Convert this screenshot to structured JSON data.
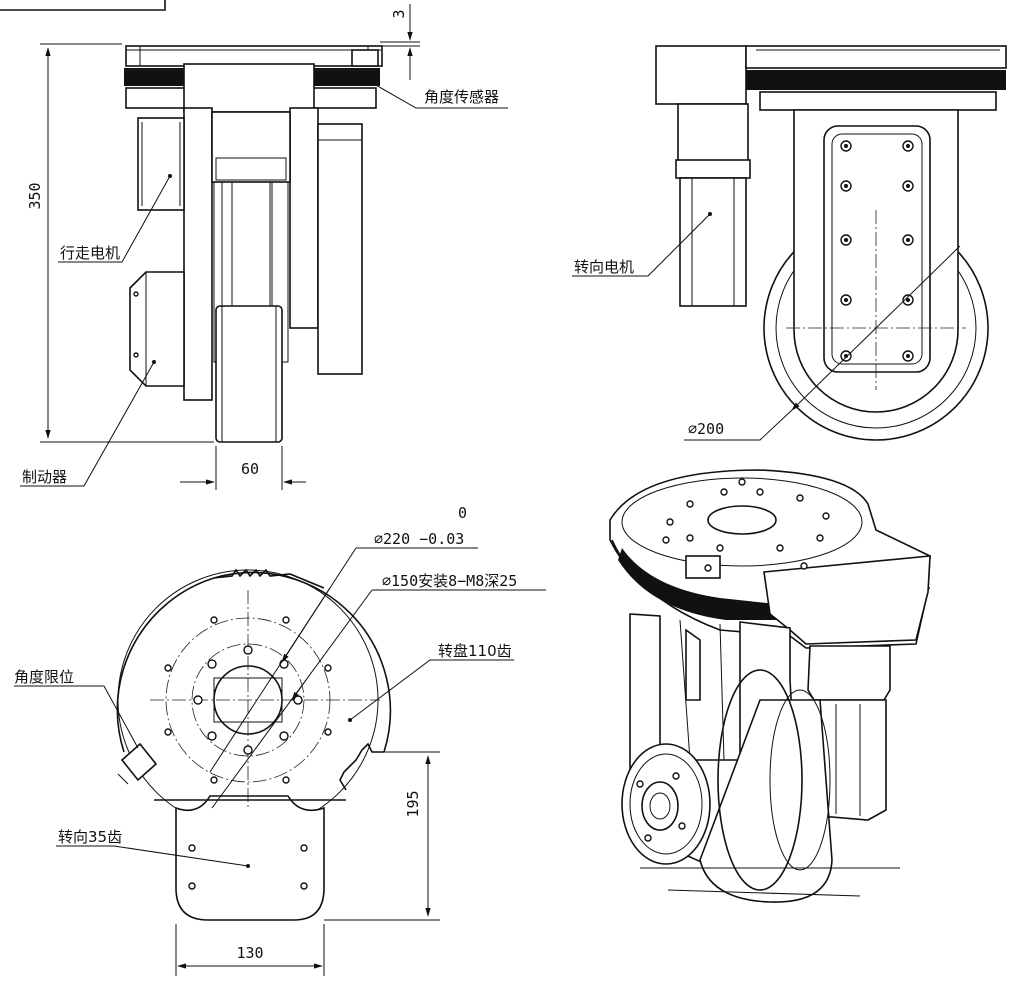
{
  "labels": {
    "angle_sensor": "角度传感器",
    "drive_motor": "行走电机",
    "brake": "制动器",
    "steering_motor": "转向电机",
    "angle_limit": "角度限位",
    "turntable_teeth": "转盘110齿",
    "steering_teeth": "转向35齿"
  },
  "dimensions": {
    "plate_thickness": "3",
    "height": "350",
    "wheel_width": "60",
    "wheel_diameter": "∅200",
    "turntable_tol_upper": "0",
    "turntable_diameter": "∅220 −0.03",
    "mount_circle": "∅150安装8−M8深25",
    "base_offset": "195",
    "base_width": "130"
  }
}
